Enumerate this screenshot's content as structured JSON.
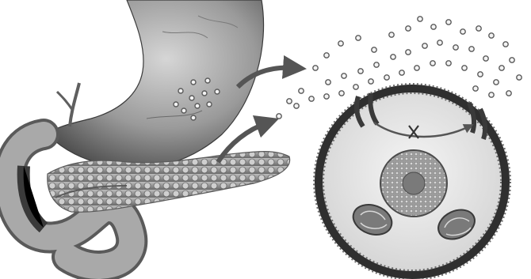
{
  "image": {
    "subject": "illustration",
    "elements": [
      "stomach",
      "pancreas",
      "duodenum",
      "cell",
      "molecules",
      "arrows",
      "mitochondria",
      "nucleus"
    ]
  },
  "colors": {
    "background": "#ffffff",
    "organ": "#8f8f8f",
    "organ_shadow": "#4a4a4a",
    "membrane": "#3b3b3b",
    "cell_fill": "#e9e9e9",
    "molecule_fill": "#f3f3f3",
    "molecule_stroke": "#5a5a5a"
  }
}
